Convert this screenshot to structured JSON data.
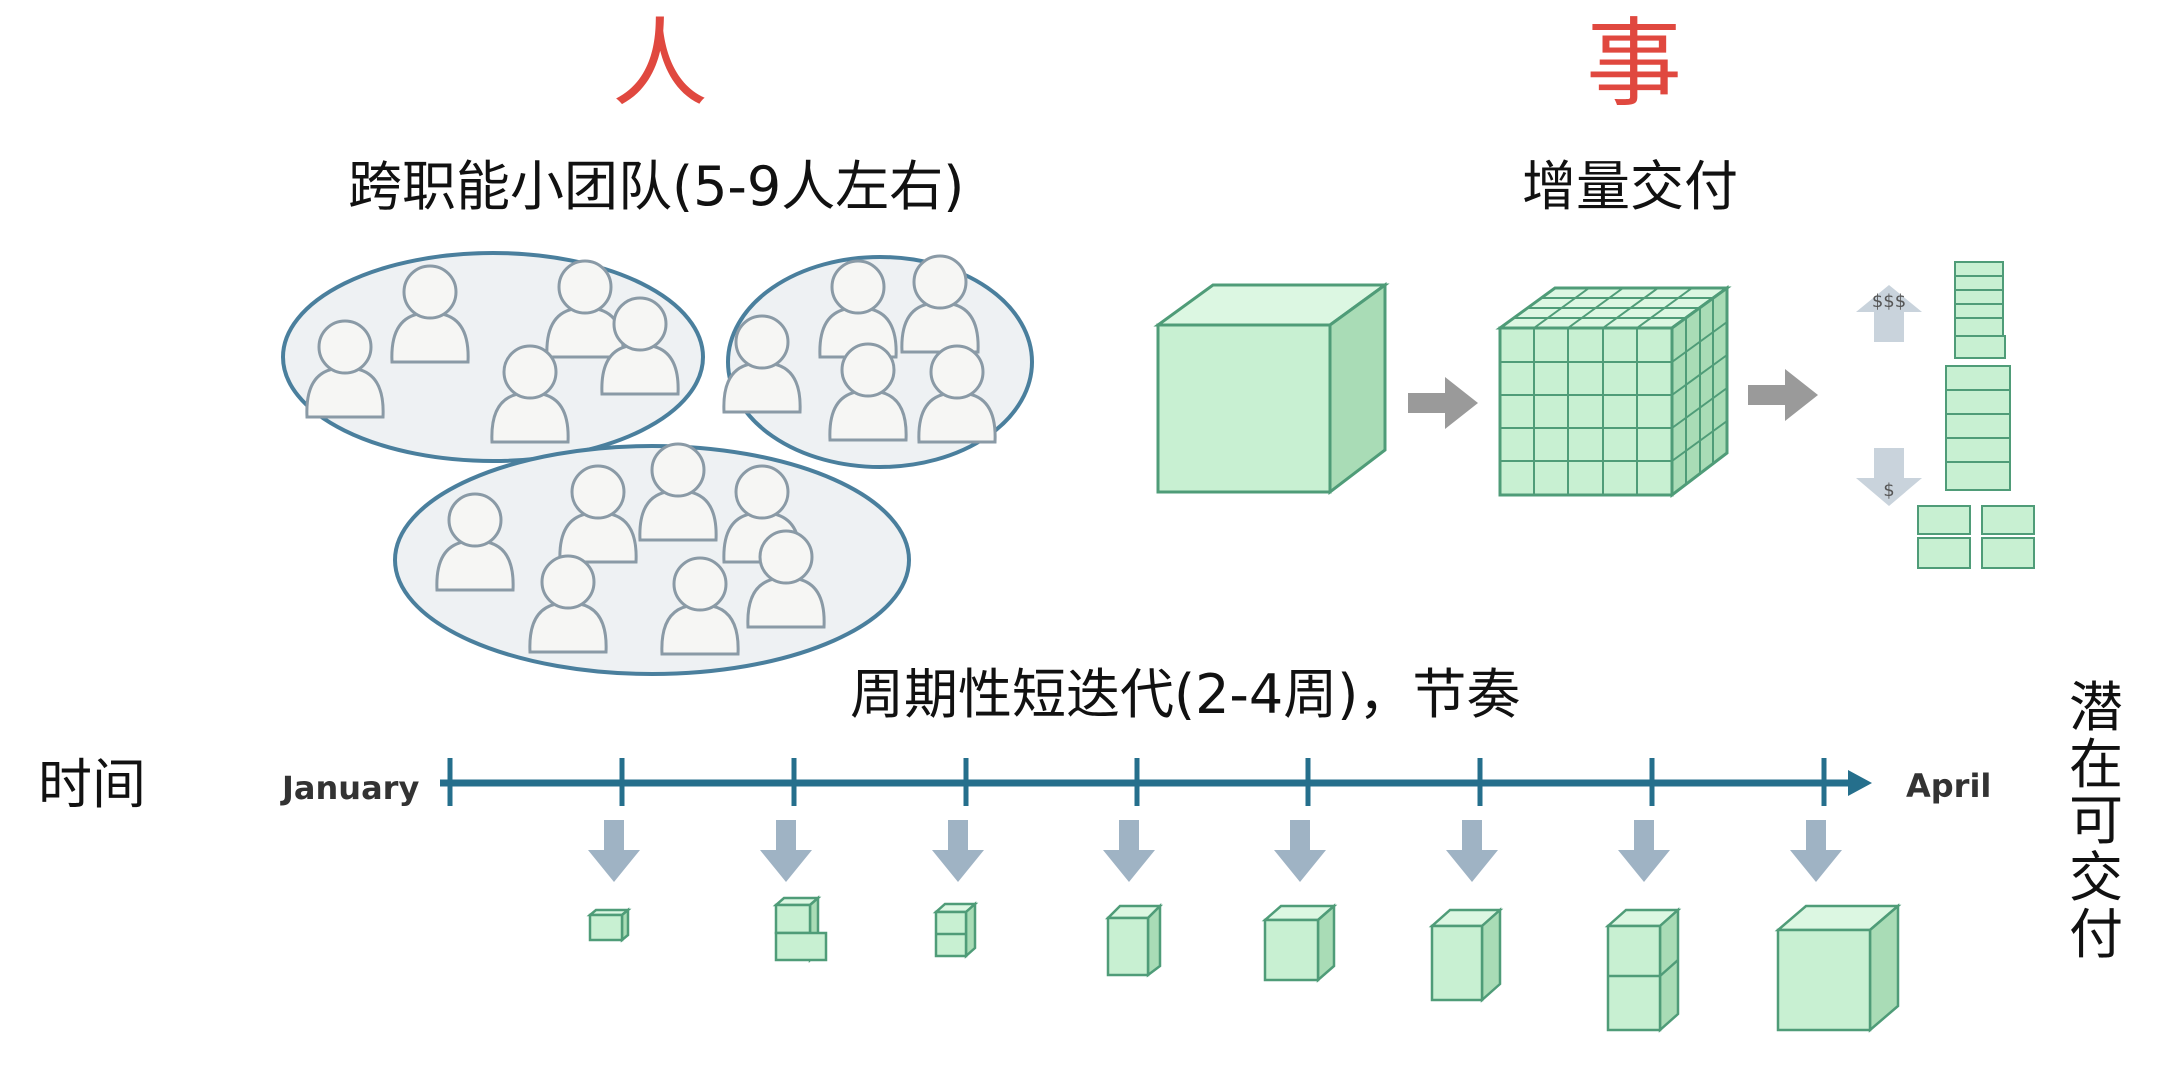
{
  "left": {
    "char": "人",
    "heading": "跨职能小团队(5-9人左右)"
  },
  "right": {
    "char": "事",
    "heading": "增量交付",
    "up_label": "$$$",
    "down_label": "$"
  },
  "timeline": {
    "heading": "周期性短迭代(2-4周)，节奏",
    "side_label": "时间",
    "start_label": "January",
    "end_label": "April",
    "right_label": [
      "潜",
      "在",
      "可",
      "交",
      "付"
    ]
  },
  "colors": {
    "accent_red": "#e0483f",
    "cube_fill": "#c8f0d2",
    "cube_top": "#dcf7e2",
    "cube_side": "#a9dcb6",
    "cube_stroke": "#4f9c78",
    "ellipse_stroke": "#4a7f9d",
    "ellipse_fill": "#eef1f3",
    "timeline": "#256f8c",
    "arrow_gray": "#9a9a9a",
    "down_arrow": "#9fb3c4"
  },
  "icons": [
    "person-icon",
    "cube-icon",
    "arrow-right-icon",
    "arrow-down-icon",
    "arrow-up-icon"
  ]
}
